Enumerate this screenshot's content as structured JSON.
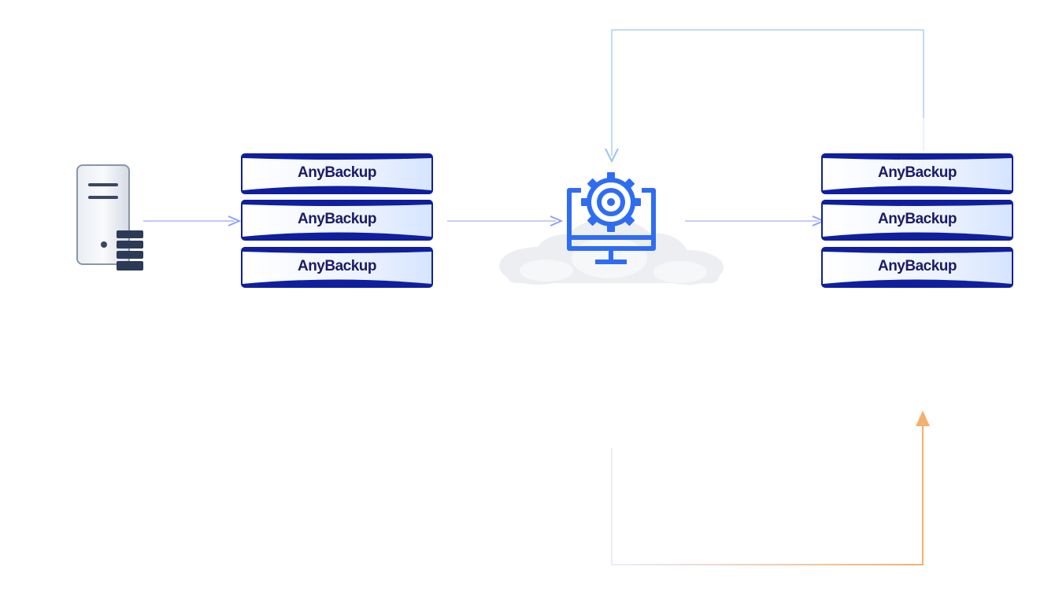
{
  "colors": {
    "appliance_border": "#0f1f9e",
    "appliance_fill": "#dfe9ff",
    "appliance_text": "#1b1b66",
    "flow_arrow": "#8e9ef8",
    "loop_arrow_blue": "#bcd5f5",
    "loop_arrow_orange": "#f4b06e",
    "monitor_gear_blue": "#2e6df2",
    "cloud_gray": "#e6e8ec",
    "server_gray": "#bfc6d2",
    "server_dark": "#2d3a57"
  },
  "icons": {
    "source": "server-with-database-icon",
    "center": "monitor-with-gear-icon",
    "center_background": "cloud-icon"
  },
  "source_cluster": {
    "appliances": [
      {
        "label": "AnyBackup"
      },
      {
        "label": "AnyBackup"
      },
      {
        "label": "AnyBackup"
      }
    ]
  },
  "target_cluster": {
    "appliances": [
      {
        "label": "AnyBackup"
      },
      {
        "label": "AnyBackup"
      },
      {
        "label": "AnyBackup"
      }
    ]
  }
}
